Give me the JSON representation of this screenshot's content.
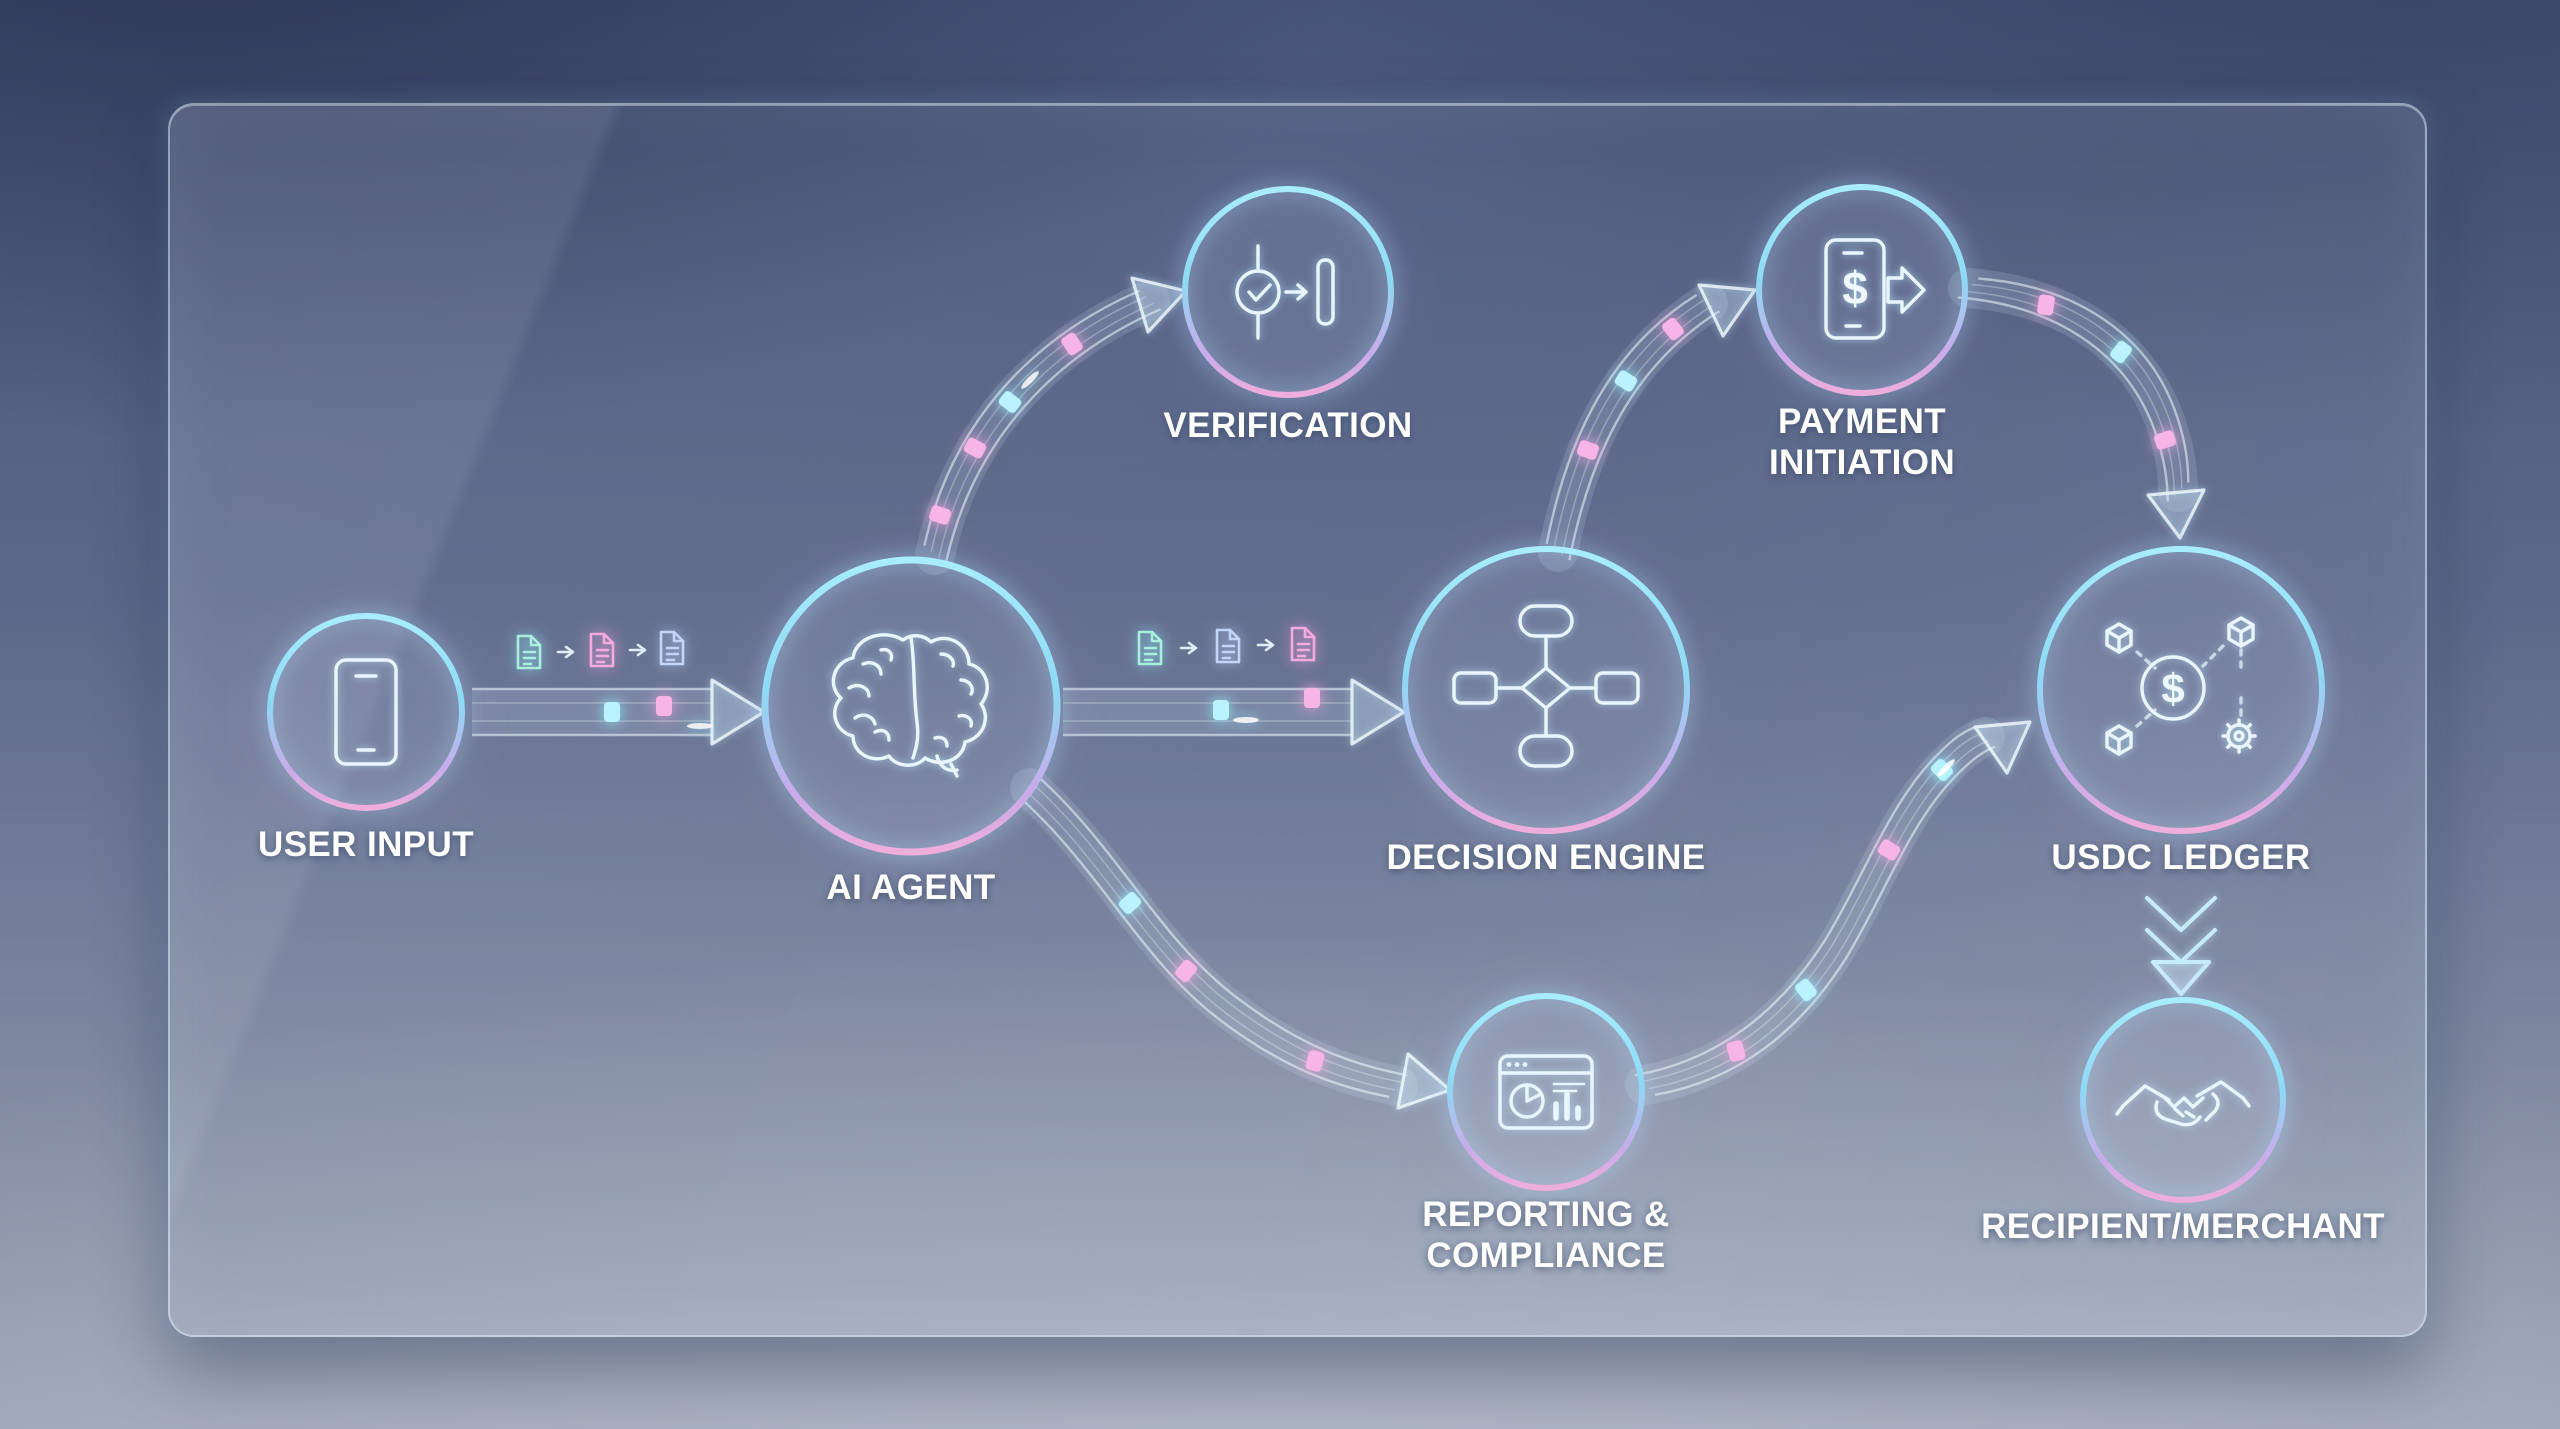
{
  "diagram": {
    "glyphs": {
      "dollar": "$"
    },
    "nodes": [
      {
        "id": "user-input",
        "label": "USER INPUT",
        "icon": "smartphone-icon"
      },
      {
        "id": "ai-agent",
        "label": "AI AGENT",
        "icon": "brain-icon"
      },
      {
        "id": "verification",
        "label": "VERIFICATION",
        "icon": "verification-check-icon"
      },
      {
        "id": "decision-engine",
        "label": "DECISION ENGINE",
        "icon": "flowchart-icon"
      },
      {
        "id": "payment-initiation",
        "label": "PAYMENT INITIATION",
        "icon": "phone-payment-icon"
      },
      {
        "id": "usdc-ledger",
        "label": "USDC LEDGER",
        "icon": "coin-cubes-ledger-icon"
      },
      {
        "id": "reporting-compliance",
        "label": "REPORTING & COMPLIANCE",
        "icon": "report-dashboard-icon"
      },
      {
        "id": "recipient-merchant",
        "label": "RECIPIENT/MERCHANT",
        "icon": "handshake-icon"
      }
    ],
    "edges": [
      {
        "from": "user-input",
        "to": "ai-agent"
      },
      {
        "from": "ai-agent",
        "to": "verification"
      },
      {
        "from": "ai-agent",
        "to": "decision-engine"
      },
      {
        "from": "ai-agent",
        "to": "reporting-compliance"
      },
      {
        "from": "decision-engine",
        "to": "payment-initiation"
      },
      {
        "from": "payment-initiation",
        "to": "usdc-ledger"
      },
      {
        "from": "reporting-compliance",
        "to": "usdc-ledger"
      },
      {
        "from": "usdc-ledger",
        "to": "recipient-merchant"
      }
    ],
    "colors": {
      "ring_cyan": "#9FE9FF",
      "ring_purple": "#E9ACDF",
      "packet_cyan": "#BAF3FF",
      "packet_pink": "#F7B4E6",
      "doc_teal": "#A9EFDD",
      "doc_lavender": "#C3D4F8",
      "doc_pink": "#F6ABDF",
      "label_text": "#FFFFFF",
      "background_top": "#49547A",
      "background_bottom": "#99A1B2"
    }
  }
}
